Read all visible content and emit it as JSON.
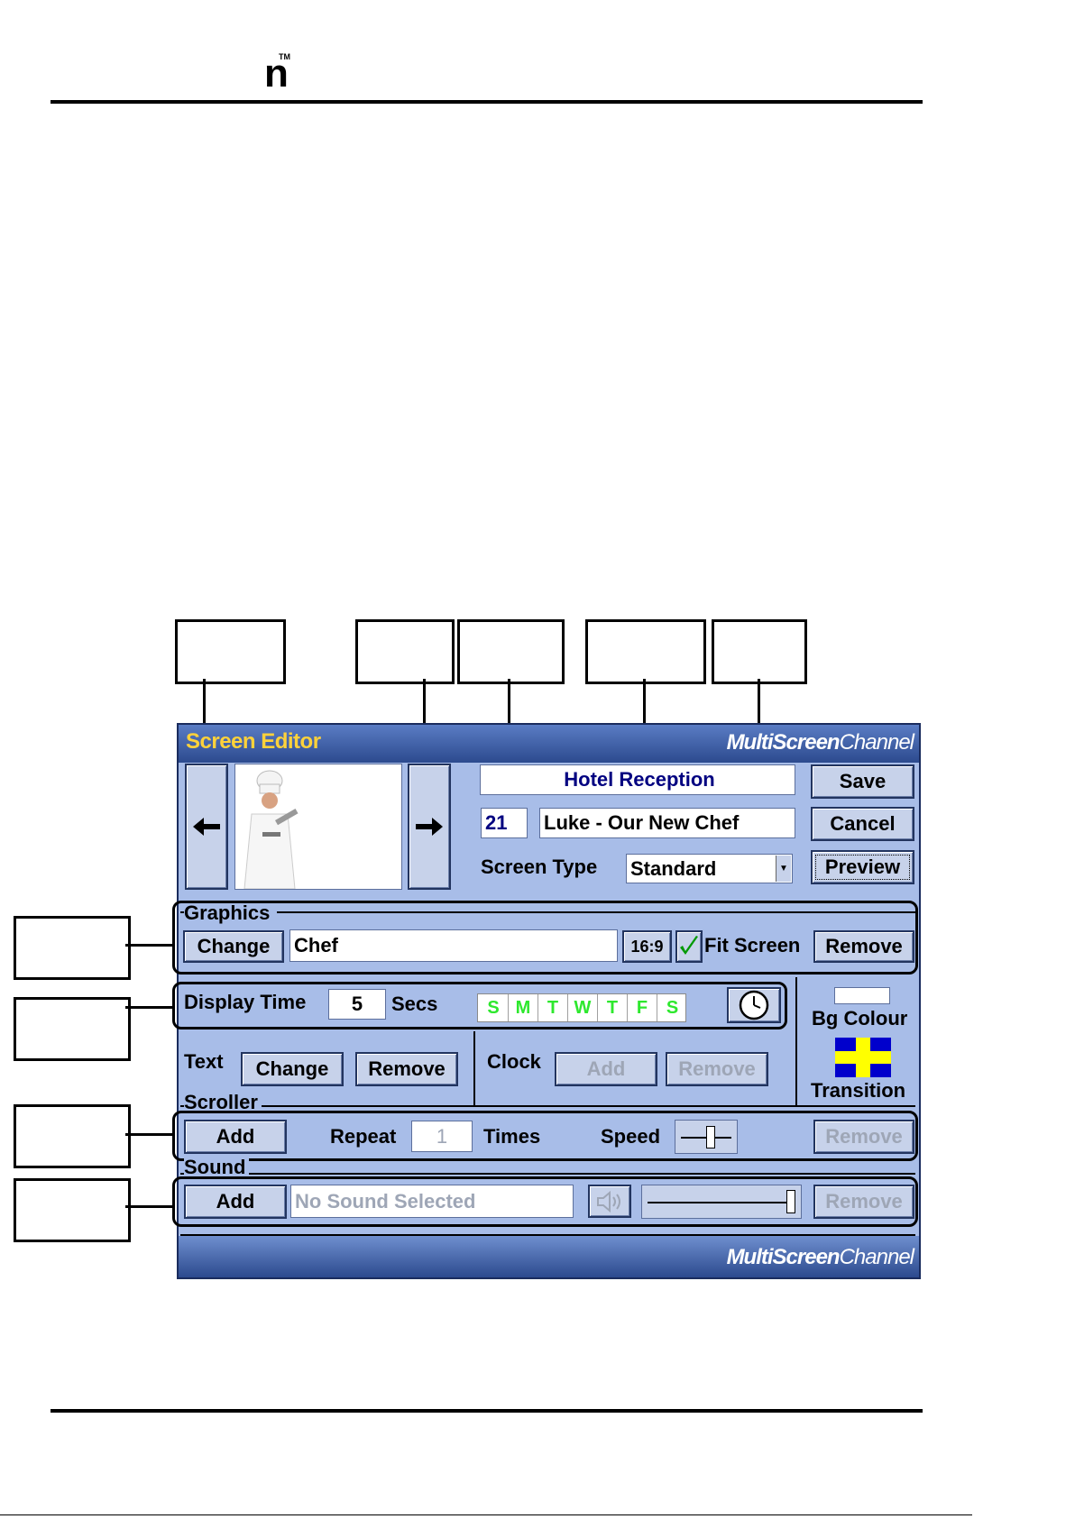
{
  "header": {
    "logo_text": "n",
    "logo_tm": "TM"
  },
  "app": {
    "title": "Screen Editor",
    "brand_bold": "MultiScreen",
    "brand_light": "Channel",
    "playlist_name": "Hotel Reception",
    "screen_number": "21",
    "screen_name": "Luke - Our New Chef",
    "screen_type_label": "Screen Type",
    "screen_type_value": "Standard",
    "save_label": "Save",
    "cancel_label": "Cancel",
    "preview_label": "Preview",
    "graphics": {
      "label": "Graphics",
      "change_label": "Change",
      "file_value": "Chef",
      "aspect_label": "16:9",
      "fit_label": "Fit Screen",
      "remove_label": "Remove"
    },
    "display_time": {
      "label": "Display Time",
      "value": "5",
      "unit": "Secs",
      "days": [
        "S",
        "M",
        "T",
        "W",
        "T",
        "F",
        "S"
      ]
    },
    "bg_colour_label": "Bg Colour",
    "transition_label": "Transition",
    "text": {
      "label": "Text",
      "change_label": "Change",
      "remove_label": "Remove"
    },
    "clock": {
      "label": "Clock",
      "add_label": "Add",
      "remove_label": "Remove"
    },
    "scroller": {
      "label": "Scroller",
      "add_label": "Add",
      "repeat_label": "Repeat",
      "repeat_value": "1",
      "times_label": "Times",
      "speed_label": "Speed",
      "remove_label": "Remove"
    },
    "sound": {
      "label": "Sound",
      "add_label": "Add",
      "placeholder": "No Sound Selected",
      "remove_label": "Remove",
      "volume": 1.0
    }
  },
  "colors": {
    "accent": "#ffd23a",
    "panel": "#a8bde8",
    "title": "#000080",
    "day": "#2ee82e",
    "transition_yellow": "#ffff00",
    "transition_blue": "#0000cc"
  }
}
